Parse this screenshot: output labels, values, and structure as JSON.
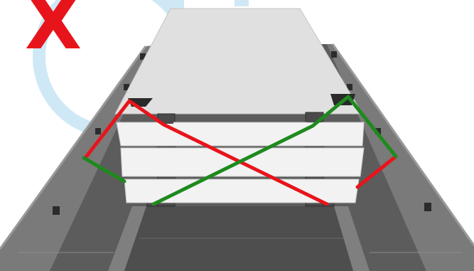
{
  "mark": {
    "symbol": "X",
    "icon": "red-x-incorrect-icon",
    "color": "#e8141b"
  },
  "colors": {
    "background": "#ffffff",
    "watermark": "#cfe8f6",
    "trailer_deck": "#5a5a5a",
    "trailer_side_rail": "#7a7a7a",
    "load_top": "#e0e0e0",
    "wooden_beams": "#f2f2f2",
    "lashing_red": "#e8141b",
    "lashing_green": "#1e8a1e"
  },
  "scene": {
    "watermark_logo": "watermark-logo",
    "lashing_pattern": "cross-lashing"
  }
}
